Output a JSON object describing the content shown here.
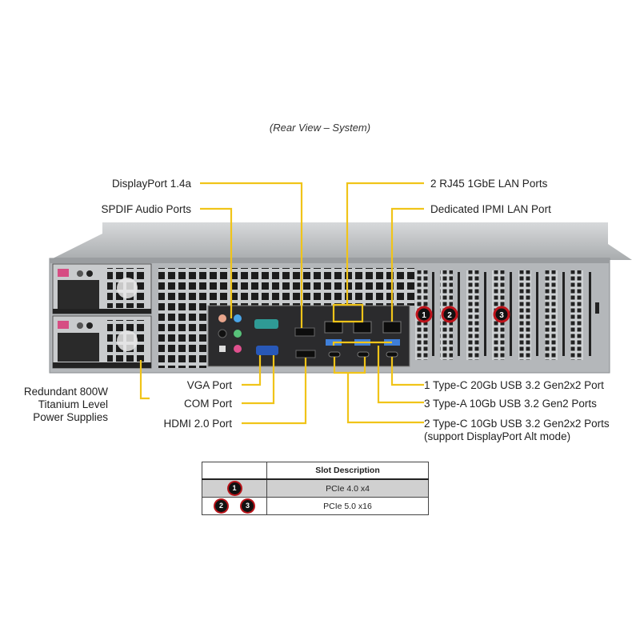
{
  "caption": "(Rear View – System)",
  "labels": {
    "displayport": "DisplayPort 1.4a",
    "spdif": "SPDIF Audio Ports",
    "rj45": "2 RJ45 1GbE LAN Ports",
    "ipmi": "Dedicated IPMI  LAN Port",
    "psu": [
      "Redundant 800W",
      "Titanium Level",
      "Power Supplies"
    ],
    "vga": "VGA Port",
    "com": "COM Port",
    "hdmi": "HDMI 2.0 Port",
    "usb_c_20": "1 Type-C 20Gb USB 3.2 Gen2x2 Port",
    "usb_a": "3 Type-A 10Gb USB 3.2 Gen2 Ports",
    "usb_c_10": [
      "2 Type-C 10Gb USB 3.2 Gen2x2 Ports",
      "(support DisplayPort Alt mode)"
    ]
  },
  "slot_markers": [
    "1",
    "2",
    "3"
  ],
  "slot_table": {
    "header": [
      "",
      "Slot Description"
    ],
    "rows": [
      {
        "slots": [
          "1"
        ],
        "description": "PCIe 4.0 x4"
      },
      {
        "slots": [
          "2",
          "3"
        ],
        "description": "PCIe 5.0 x16"
      }
    ]
  },
  "colors": {
    "callout_line": "#f0c419",
    "slot_marker_ring": "#b8141a",
    "chassis": "#b9bcbe"
  }
}
